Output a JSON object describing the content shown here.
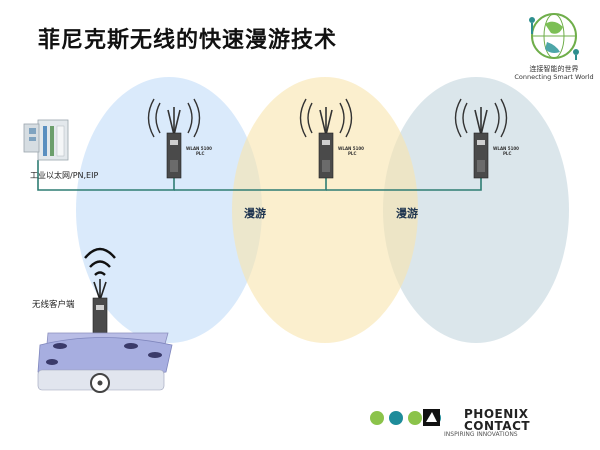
{
  "title": "菲尼克斯无线的快速漫游技术",
  "logo": {
    "name_cn": "连接智能的世界",
    "name_en": "Connecting Smart World",
    "icon": "globe-people-icon"
  },
  "network_label": "工业以太网/PN,EIP",
  "client_label": "无线客户端",
  "roaming_labels": [
    "漫游",
    "漫游"
  ],
  "access_points": [
    {
      "line1": "WLAN 5100",
      "line2": "PLC"
    },
    {
      "line1": "WLAN 5100",
      "line2": "PLC"
    },
    {
      "line1": "WLAN 5100",
      "line2": "PLC"
    }
  ],
  "coverage_colors": [
    "#d4e6fa",
    "#f8e5ad",
    "#d5e2e7"
  ],
  "line_color": "#2e7d73",
  "footer_brand": {
    "top": "PHOENIX",
    "bottom": "CONTACT",
    "tagline": "INSPIRING INNOVATIONS",
    "dot_colors": [
      "#8bc34a",
      "#1e8c9a",
      "#8bc34a",
      "#1e8c9a"
    ]
  }
}
